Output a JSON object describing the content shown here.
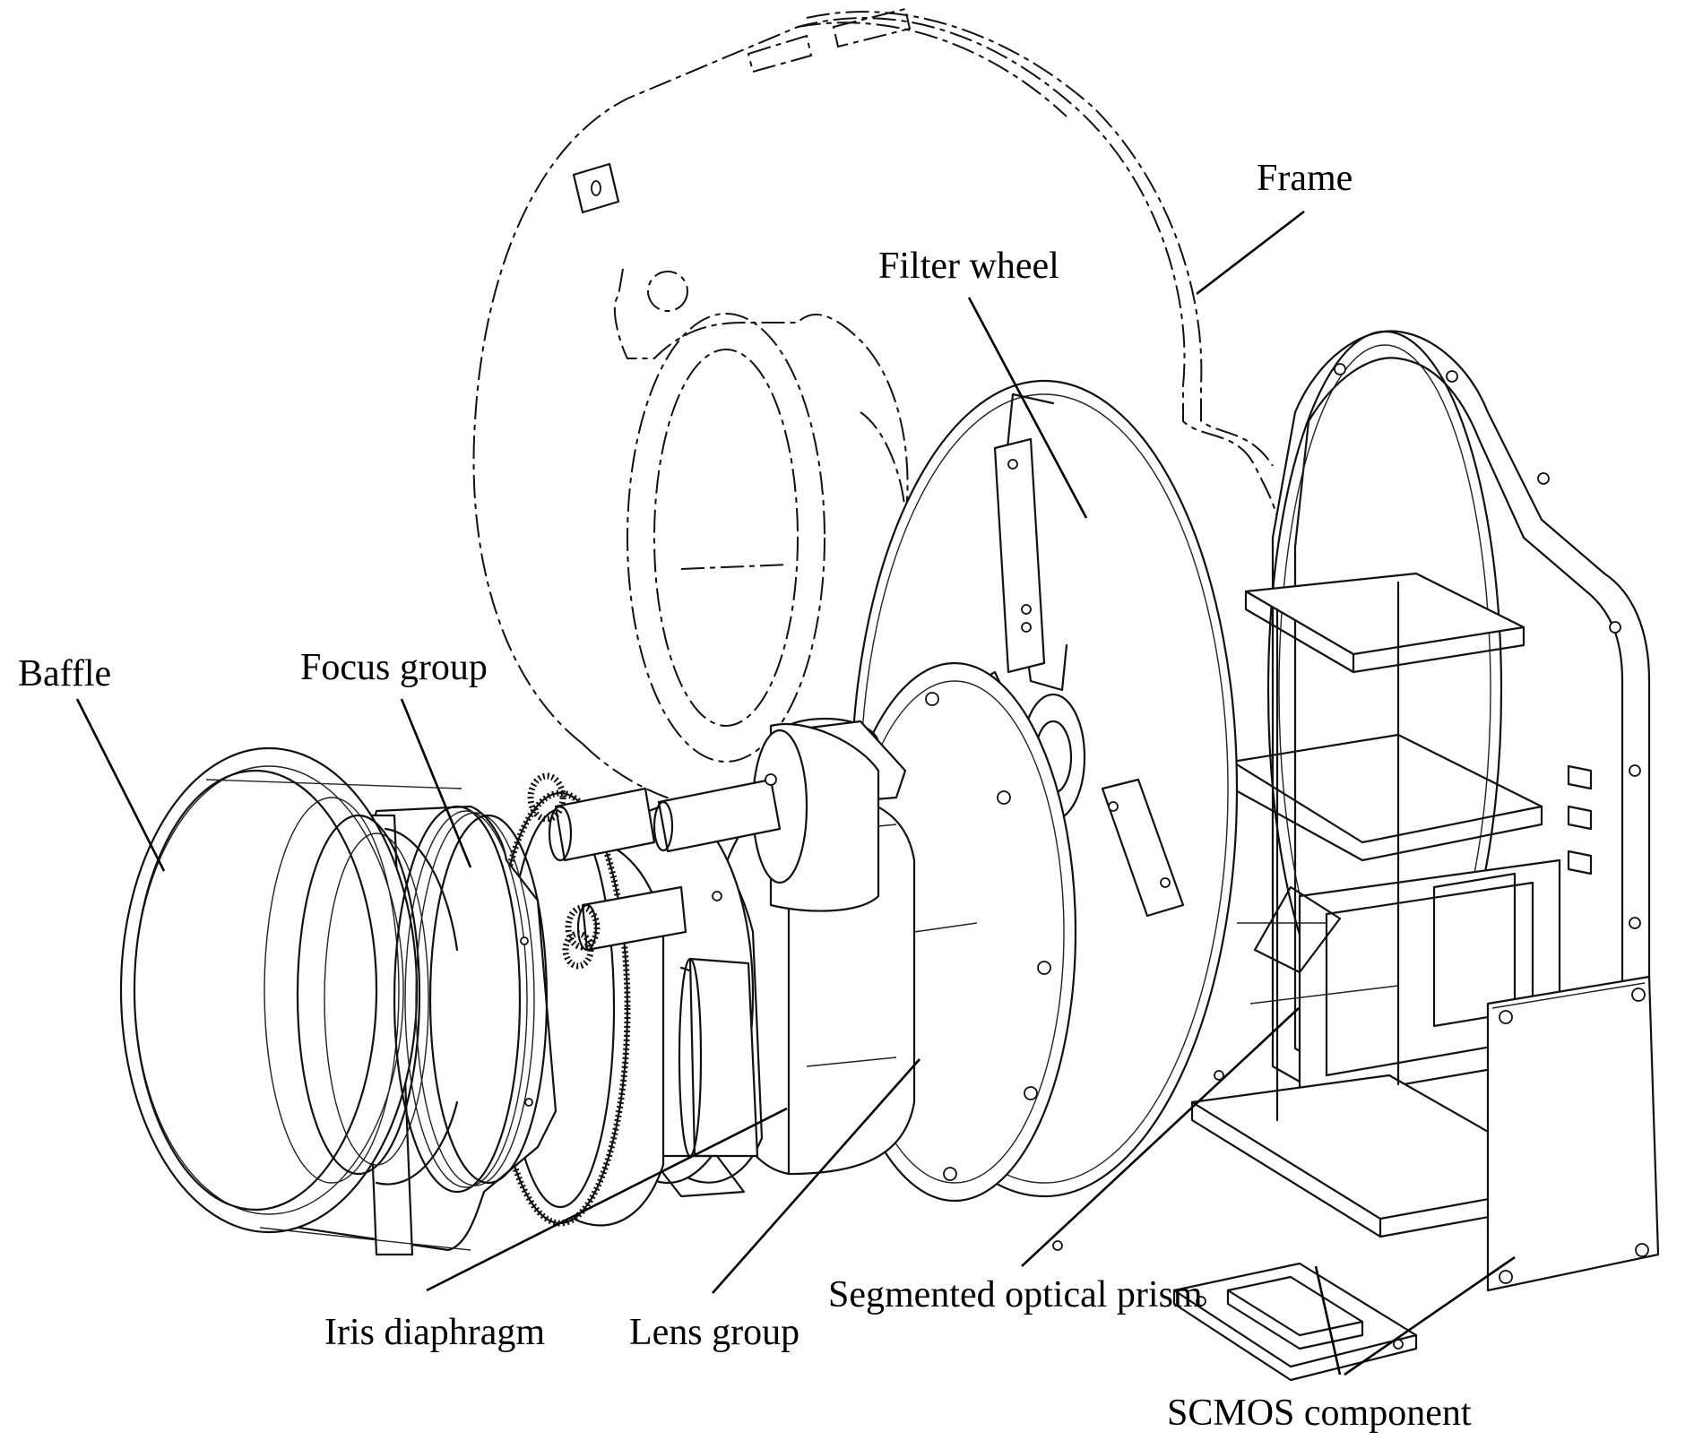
{
  "labels": {
    "frame": "Frame",
    "filter_wheel": "Filter wheel",
    "baffle": "Baffle",
    "focus_group": "Focus group",
    "iris_diaphragm": "Iris diaphragm",
    "lens_group": "Lens group",
    "segmented_optical_prism": "Segmented optical prism",
    "scmos_component": "SCMOS component"
  }
}
